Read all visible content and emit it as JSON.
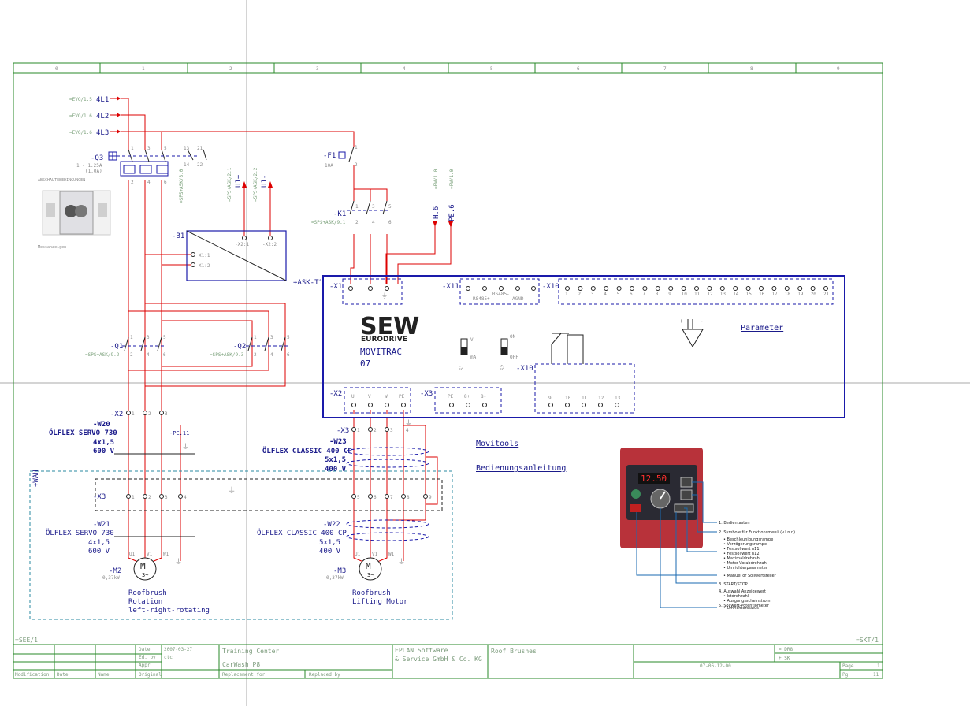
{
  "grid_columns": [
    "0",
    "1",
    "2",
    "3",
    "4",
    "5",
    "6",
    "7",
    "8",
    "9"
  ],
  "sources": [
    {
      "ref": "=EVG/1.5",
      "name": "4L1"
    },
    {
      "ref": "=EVG/1.6",
      "name": "4L2"
    },
    {
      "ref": "=EVG/1.6",
      "name": "4L3"
    }
  ],
  "q3": {
    "name": "-Q3",
    "range": "1 - 1.25A",
    "set": "(1.0A)",
    "ref": "=SPS+ASK/8.0"
  },
  "q3_nums": [
    "1",
    "3",
    "5",
    "2",
    "4",
    "6",
    "13",
    "21",
    "14",
    "22"
  ],
  "q3_photo": {
    "top_label": "ABSCHALTEBEDINGUNGEN",
    "bottom_label": "Messanzeigen"
  },
  "f1": {
    "name": "-F1",
    "rating": "10A",
    "pin_top": "1",
    "pin_bottom": "2"
  },
  "u_signals": [
    {
      "ref": "=SPS+ASK/2.1",
      "name": "U1+"
    },
    {
      "ref": "=SPS+ASK/2.2",
      "name": "U1-"
    }
  ],
  "b1": {
    "name": "-B1",
    "pins": [
      "X1:1",
      "X1:2"
    ],
    "out_pins": [
      "-X2:1",
      "-X2:2"
    ]
  },
  "ask_t1": "+ASK-T1",
  "k1": {
    "name": "-K1",
    "ref": "=SPS+ASK/9.1",
    "nums": [
      "1",
      "3",
      "5",
      "2",
      "4",
      "6"
    ]
  },
  "fwd_signals": [
    {
      "ref": "=FW/1.0",
      "name": "H.6"
    },
    {
      "ref": "=PW/1.0",
      "name": "PE.6"
    }
  ],
  "sew": {
    "logo": "SEW",
    "sub": "EURODRIVE",
    "model": "MOVITRAC",
    "series": "07"
  },
  "terminals": {
    "x1": "-X1",
    "x11": "-X11",
    "x10": "-X10",
    "x10b": "-X10",
    "x2": "-X2",
    "x3": "-X3",
    "x11_labels": [
      "RS485+",
      "RS485-",
      "AGND"
    ],
    "x10_nums": [
      "1",
      "2",
      "3",
      "4",
      "5",
      "6",
      "7",
      "8",
      "9",
      "10",
      "11",
      "12",
      "13",
      "14",
      "15",
      "16",
      "17",
      "18",
      "19",
      "20",
      "21"
    ],
    "x10b_nums": [
      "9",
      "10",
      "11",
      "12",
      "13"
    ],
    "x2_nums": [
      "U",
      "V",
      "W",
      "PE"
    ],
    "x3_nums": [
      "PE",
      "8+",
      "8-"
    ]
  },
  "switches": [
    {
      "name": "S1",
      "top": "V",
      "bottom": "mA"
    },
    {
      "name": "S2",
      "top": "ON",
      "bottom": "OFF"
    }
  ],
  "parameter_link": "Parameter",
  "q1": {
    "name": "-Q1",
    "ref": "=SPS+ASK/9.2",
    "nums": [
      "1",
      "3",
      "5",
      "2",
      "4",
      "6"
    ]
  },
  "q2": {
    "name": "-Q2",
    "ref": "=SPS+ASK/9.3",
    "nums": [
      "1",
      "3",
      "5",
      "2",
      "4",
      "6"
    ]
  },
  "x2_strip": {
    "name": "-X2",
    "nums": [
      "1",
      "2",
      "3"
    ]
  },
  "w20": {
    "name": "-W20",
    "type": "ÖLFLEX SERVO 730",
    "cores": "4x1,5",
    "volt": "600 V",
    "pe": "-PE.11"
  },
  "x3_strip": {
    "name": "-X3",
    "nums": [
      "1",
      "2",
      "3",
      "4"
    ]
  },
  "w23": {
    "name": "-W23",
    "type": "ÖLFLEX CLASSIC 400 CP",
    "cores": "5x1,5",
    "volt": "400 V"
  },
  "links": [
    "Movitools",
    "Bedienungsanleitung"
  ],
  "wah": "+WAH",
  "x3_field": {
    "name": "-X3",
    "left_nums": [
      "1",
      "2",
      "3",
      "4"
    ],
    "right_nums": [
      "5",
      "6",
      "7",
      "8",
      "9"
    ]
  },
  "w21": {
    "name": "-W21",
    "type": "ÖLFLEX SERVO 730",
    "cores": "4x1,5",
    "volt": "600 V"
  },
  "w22": {
    "name": "-W22",
    "type": "ÖLFLEX CLASSIC 400 CP",
    "cores": "5x1,5",
    "volt": "400 V"
  },
  "m2": {
    "name": "-M2",
    "power": "0,37kW",
    "title1": "Roofbrush",
    "title2": "Rotation",
    "title3": "left-right-rotating"
  },
  "m3": {
    "name": "-M3",
    "power": "0,37kW",
    "title1": "Roofbrush",
    "title2": "Lifting Motor"
  },
  "motor_pins": [
    "U1",
    "V1",
    "W1"
  ],
  "panel": {
    "display": "12.50",
    "legend": [
      "1. Bedientasten",
      "2. Symbole für Funktionsmenü (v.l.n.r.)",
      "• Beschleunigungsrampe",
      "• Verzögerungsrampe",
      "• Festsollwert n11",
      "• Festsollwert n12",
      "• Maximaldrehzahl",
      "• Motor-Vorabdrehzahl",
      "• Umrichterparameter",
      "• Manuel or Sollwertsteller",
      "3. START/STOP",
      "4. Auswahl Anzeigewert",
      "• Istdrehzahl",
      "• Ausgangsscheinstrom",
      "• Umrichterstatus",
      "5. Sollwert-Potentiometer"
    ]
  },
  "corner_left": "=SEE/1",
  "corner_right": "=SKT/1",
  "title_block": {
    "date_label": "Date",
    "date": "2007-03-27",
    "ed_label": "Ed. by",
    "ed": "ctc",
    "appr_label": "Appr",
    "company1": "Training Center",
    "project": "CarWash P8",
    "eplan1": "EPLAN Software",
    "eplan2": "& Service GmbH & Co. KG",
    "drawing": "Roof Brushes",
    "r1": "= DR8",
    "r2": "+ SK",
    "page_label": "Page",
    "page": "1",
    "pg_label": "Pg",
    "pg": "11",
    "stamp": "07-06-12-00",
    "bottom": [
      "Modification",
      "Date",
      "Name",
      "Original",
      "Replacement for",
      "Replaced by"
    ]
  }
}
